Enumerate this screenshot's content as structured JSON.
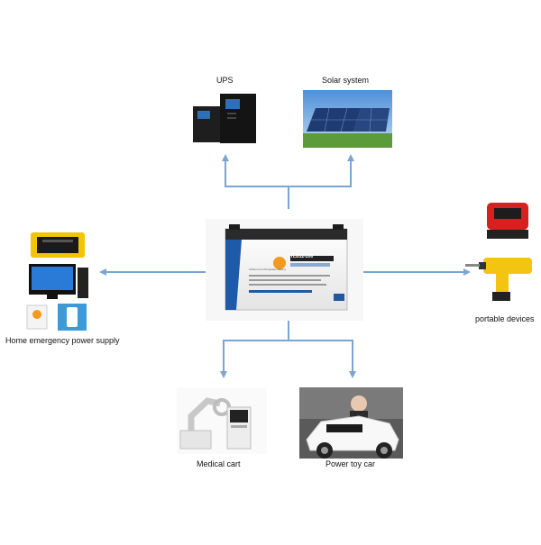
{
  "diagram": {
    "center": {
      "brand_text": "TLB12-200",
      "sub_text": "Lithium Iron Phosphate Battery"
    },
    "nodes": {
      "ups": {
        "label": "UPS"
      },
      "solar": {
        "label": "Solar system"
      },
      "home": {
        "label": "Home emergency power supply"
      },
      "portable": {
        "label": "portable devices"
      },
      "medical": {
        "label": "Medical cart"
      },
      "toy_car": {
        "label": "Power toy car"
      }
    },
    "colors": {
      "arrow": "#7aa5d2",
      "battery_body": "#f2f2f2",
      "battery_top": "#2b2b2b",
      "accent_blue": "#1f5aa8",
      "accent_orange": "#f39a1d"
    }
  }
}
